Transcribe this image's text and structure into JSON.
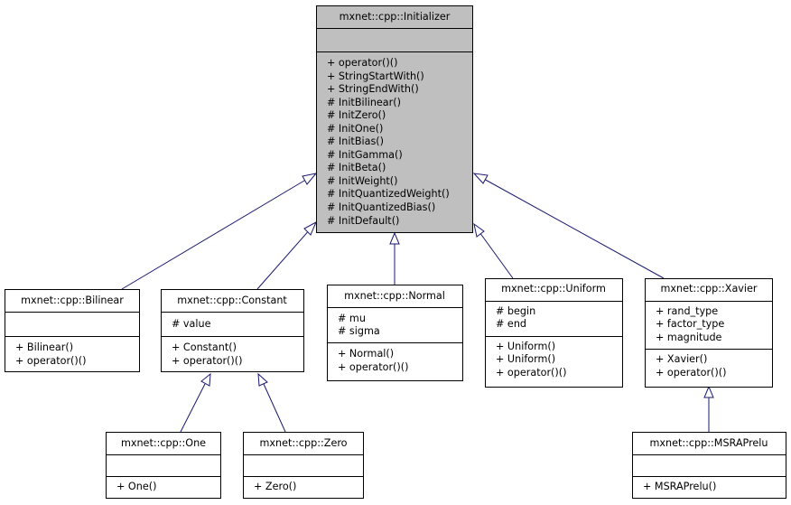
{
  "diagram": {
    "edge_color": "#191970",
    "base_fill": "#bfbfbf",
    "classes": {
      "initializer": {
        "name": "mxnet::cpp::Initializer",
        "attributes": [],
        "methods": [
          "+ operator()()",
          "+ StringStartWith()",
          "+ StringEndWith()",
          "# InitBilinear()",
          "# InitZero()",
          "# InitOne()",
          "# InitBias()",
          "# InitGamma()",
          "# InitBeta()",
          "# InitWeight()",
          "# InitQuantizedWeight()",
          "# InitQuantizedBias()",
          "# InitDefault()"
        ]
      },
      "bilinear": {
        "name": "mxnet::cpp::Bilinear",
        "attributes": [],
        "methods": [
          "+ Bilinear()",
          "+ operator()()"
        ]
      },
      "constant": {
        "name": "mxnet::cpp::Constant",
        "attributes": [
          "# value"
        ],
        "methods": [
          "+ Constant()",
          "+ operator()()"
        ]
      },
      "normal": {
        "name": "mxnet::cpp::Normal",
        "attributes": [
          "# mu",
          "# sigma"
        ],
        "methods": [
          "+ Normal()",
          "+ operator()()"
        ]
      },
      "uniform": {
        "name": "mxnet::cpp::Uniform",
        "attributes": [
          "# begin",
          "# end"
        ],
        "methods": [
          "+ Uniform()",
          "+ Uniform()",
          "+ operator()()"
        ]
      },
      "xavier": {
        "name": "mxnet::cpp::Xavier",
        "attributes": [
          "+ rand_type",
          "+ factor_type",
          "+ magnitude"
        ],
        "methods": [
          "+ Xavier()",
          "+ operator()()"
        ]
      },
      "one": {
        "name": "mxnet::cpp::One",
        "attributes": [],
        "methods": [
          "+ One()"
        ]
      },
      "zero": {
        "name": "mxnet::cpp::Zero",
        "attributes": [],
        "methods": [
          "+ Zero()"
        ]
      },
      "msraprelu": {
        "name": "mxnet::cpp::MSRAPrelu",
        "attributes": [],
        "methods": [
          "+ MSRAPrelu()"
        ]
      }
    }
  }
}
